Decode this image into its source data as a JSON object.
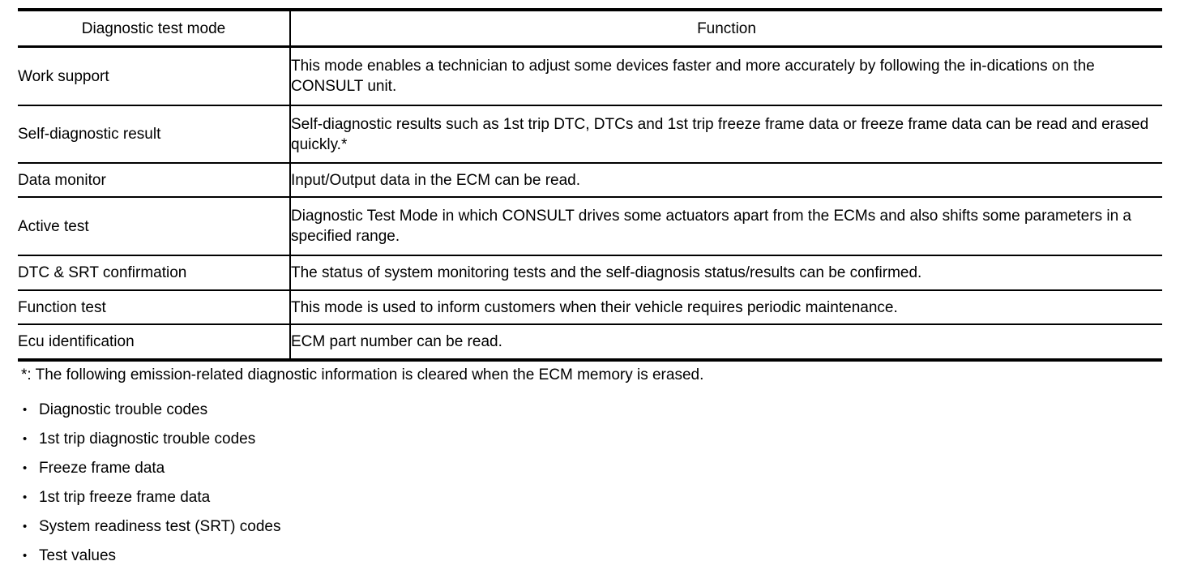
{
  "table": {
    "headers": {
      "mode": "Diagnostic test mode",
      "function": "Function"
    },
    "rows": [
      {
        "mode": "Work support",
        "function": "This mode enables a technician to adjust some devices faster and more accurately by following the in-dications on the CONSULT unit."
      },
      {
        "mode": "Self-diagnostic result",
        "function": "Self-diagnostic results such as 1st trip DTC, DTCs and 1st trip freeze frame data or freeze frame data can be read and erased quickly.*"
      },
      {
        "mode": "Data monitor",
        "function": "Input/Output data in the ECM can be read."
      },
      {
        "mode": "Active test",
        "function": "Diagnostic Test Mode in which CONSULT drives some actuators apart from the ECMs and also shifts some parameters in a specified range."
      },
      {
        "mode": "DTC & SRT confirmation",
        "function": "The status of system monitoring tests and the self-diagnosis status/results can be confirmed."
      },
      {
        "mode": "Function test",
        "function": "This mode is used to inform customers when their vehicle requires periodic maintenance."
      },
      {
        "mode": "Ecu identification",
        "function": "ECM part number can be read."
      }
    ]
  },
  "notes": {
    "footnote": "*: The following emission-related diagnostic information is cleared when the ECM memory is erased.",
    "bullet_glyph": "•",
    "bullets": [
      "Diagnostic trouble codes",
      "1st trip diagnostic trouble codes",
      "Freeze frame data",
      "1st trip freeze frame data",
      "System readiness test (SRT) codes",
      "Test values"
    ]
  },
  "colors": {
    "text": "#000000",
    "background": "#ffffff",
    "rule": "#000000"
  }
}
